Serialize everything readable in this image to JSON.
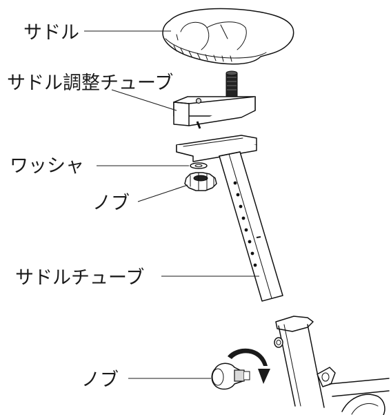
{
  "labels": {
    "saddle": "サドル",
    "saddle_adjust_tube": "サドル調整チューブ",
    "washer": "ワッシャ",
    "knob_upper": "ノブ",
    "saddle_tube": "サドルチューブ",
    "knob_lower": "ノブ"
  }
}
